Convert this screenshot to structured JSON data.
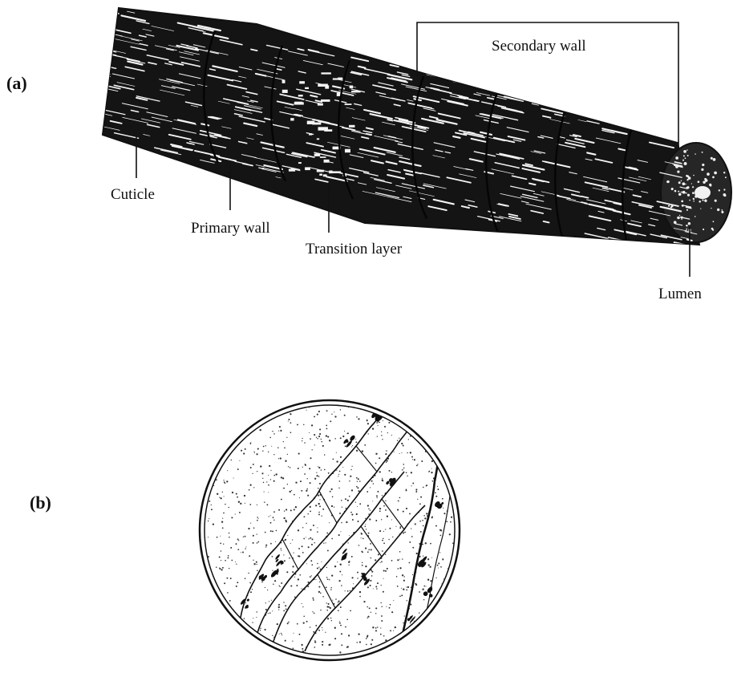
{
  "panels": {
    "a": {
      "label": "(a)",
      "callouts": {
        "secondary_wall": "Secondary wall",
        "cuticle": "Cuticle",
        "primary_wall": "Primary wall",
        "transition_layer": "Transition layer",
        "lumen": "Lumen"
      }
    },
    "b": {
      "label": "(b)"
    }
  },
  "colors": {
    "ink": "#111111",
    "paper": "#ffffff"
  }
}
